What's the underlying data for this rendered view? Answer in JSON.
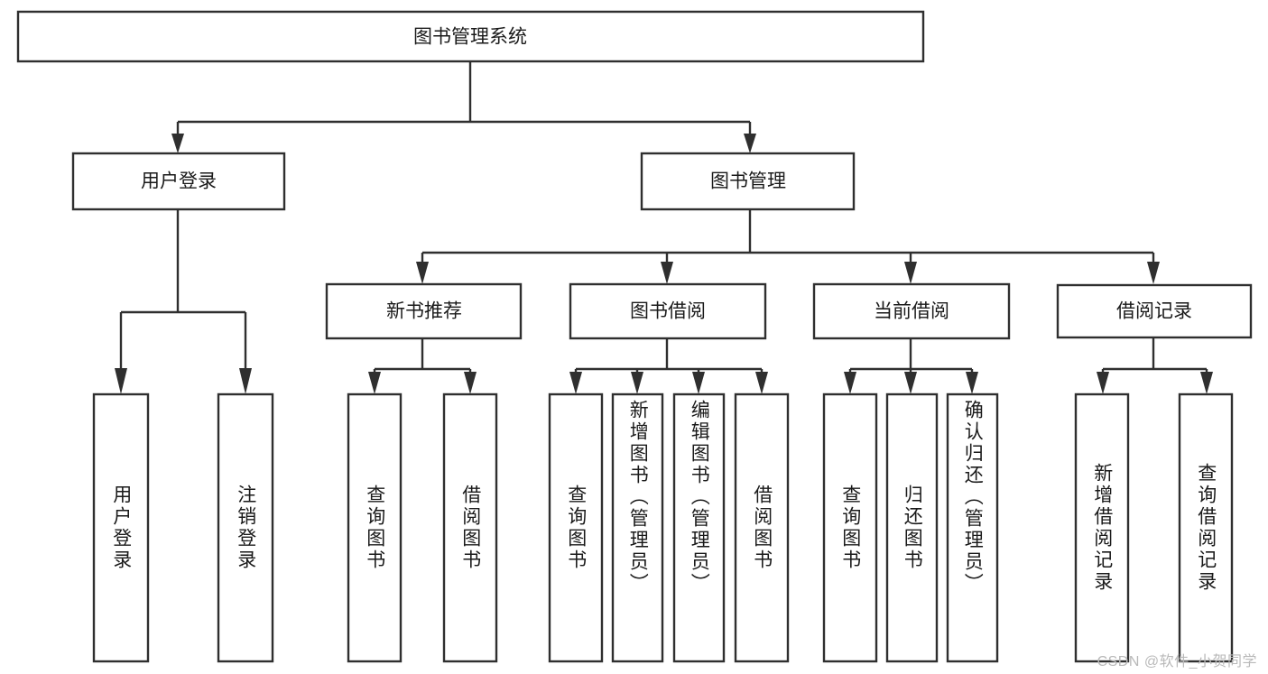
{
  "diagram": {
    "title": "图书管理系统",
    "type": "tree-hierarchy",
    "root": {
      "id": "root",
      "label": "图书管理系统",
      "orientation": "horizontal"
    },
    "level2": [
      {
        "id": "user-login",
        "label": "用户登录",
        "orientation": "horizontal"
      },
      {
        "id": "book-manage",
        "label": "图书管理",
        "orientation": "horizontal"
      }
    ],
    "level3": [
      {
        "id": "new-book-recommend",
        "label": "新书推荐",
        "orientation": "horizontal",
        "parent": "book-manage"
      },
      {
        "id": "book-borrow",
        "label": "图书借阅",
        "orientation": "horizontal",
        "parent": "book-manage"
      },
      {
        "id": "current-borrow",
        "label": "当前借阅",
        "orientation": "horizontal",
        "parent": "book-manage"
      },
      {
        "id": "borrow-record",
        "label": "借阅记录",
        "orientation": "horizontal",
        "parent": "book-manage"
      }
    ],
    "leaves": [
      {
        "id": "leaf-user-login",
        "label": "用户登录",
        "parent": "user-login",
        "orientation": "vertical"
      },
      {
        "id": "leaf-logout",
        "label": "注销登录",
        "parent": "user-login",
        "orientation": "vertical"
      },
      {
        "id": "leaf-query-book-1",
        "label": "查询图书",
        "parent": "new-book-recommend",
        "orientation": "vertical"
      },
      {
        "id": "leaf-borrow-book-1",
        "label": "借阅图书",
        "parent": "new-book-recommend",
        "orientation": "vertical"
      },
      {
        "id": "leaf-query-book-2",
        "label": "查询图书",
        "parent": "book-borrow",
        "orientation": "vertical"
      },
      {
        "id": "leaf-add-book",
        "label": "新增图书（管理员）",
        "parent": "book-borrow",
        "orientation": "vertical"
      },
      {
        "id": "leaf-edit-book",
        "label": "编辑图书（管理员）",
        "parent": "book-borrow",
        "orientation": "vertical"
      },
      {
        "id": "leaf-borrow-book-2",
        "label": "借阅图书",
        "parent": "book-borrow",
        "orientation": "vertical"
      },
      {
        "id": "leaf-query-book-3",
        "label": "查询图书",
        "parent": "current-borrow",
        "orientation": "vertical"
      },
      {
        "id": "leaf-return-book",
        "label": "归还图书",
        "parent": "current-borrow",
        "orientation": "vertical"
      },
      {
        "id": "leaf-confirm-return",
        "label": "确认归还（管理员）",
        "parent": "current-borrow",
        "orientation": "vertical"
      },
      {
        "id": "leaf-add-record",
        "label": "新增借阅记录",
        "parent": "borrow-record",
        "orientation": "vertical"
      },
      {
        "id": "leaf-query-record",
        "label": "查询借阅记录",
        "parent": "borrow-record",
        "orientation": "vertical"
      }
    ]
  },
  "watermark": {
    "text": "CSDN @软件_小贺同学"
  },
  "colors": {
    "background": "#ffffff",
    "node_fill": "#ffffff",
    "node_stroke": "#2f2f2f",
    "text": "#1a1a1a",
    "watermark": "#b9b9b9"
  }
}
